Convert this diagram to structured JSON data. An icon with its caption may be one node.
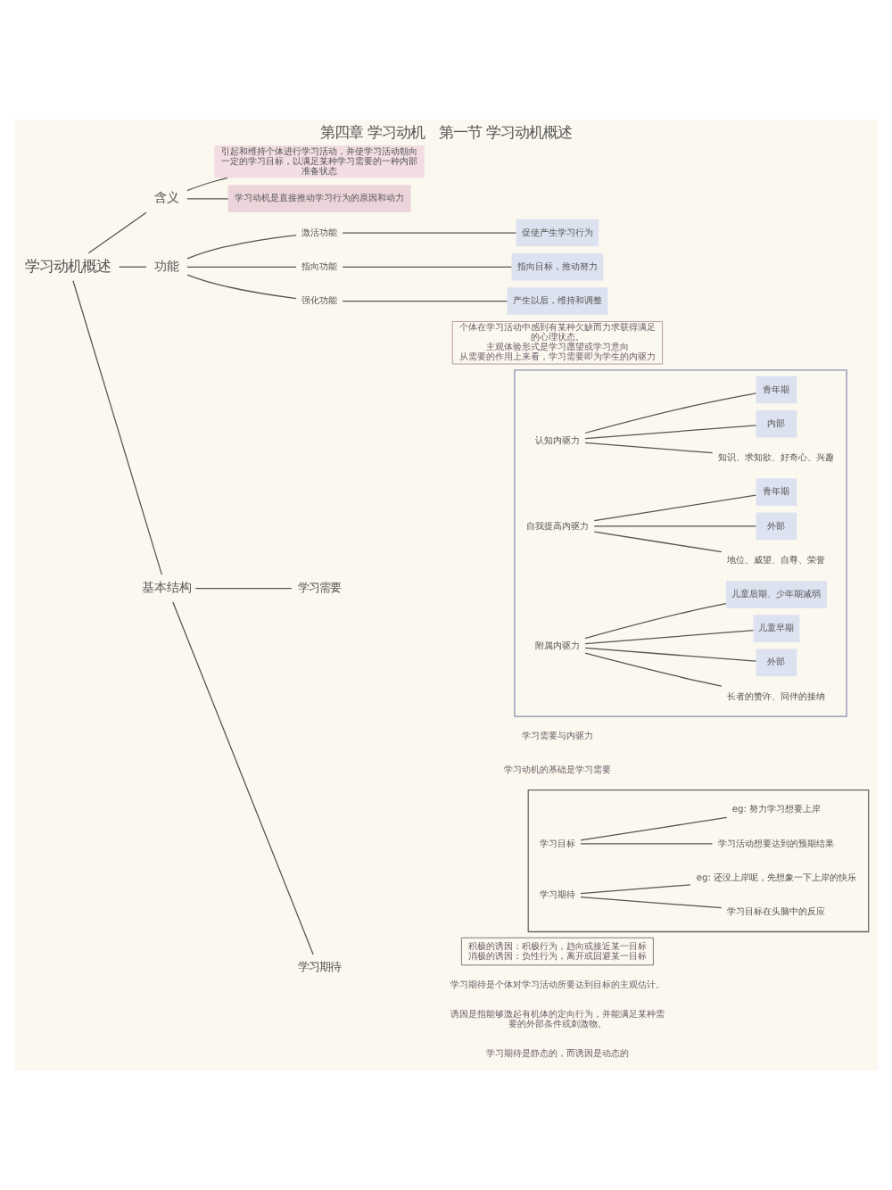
{
  "diagram": {
    "title": "第四章 学习动机　第一节 学习动机概述",
    "nodes": [
      {
        "text": [
          "学习动机概述"
        ]
      },
      {
        "text": [
          "含义"
        ]
      },
      {
        "text": [
          "引起和维持个体进行学习活动，并使学习活动朝向一定的学习目标，以满足某种学习需要的一种内部准备状态"
        ]
      },
      {
        "text": [
          "学习动机是直接推动学习行为的原因和动力"
        ]
      },
      {
        "text": [
          "功能"
        ]
      },
      {
        "text": [
          "激活功能"
        ]
      },
      {
        "text": [
          "促使产生学习行为"
        ]
      },
      {
        "text": [
          "指向功能"
        ]
      },
      {
        "text": [
          "指向目标，推动努力"
        ]
      },
      {
        "text": [
          "强化功能"
        ]
      },
      {
        "text": [
          "产生以后，维持和调整"
        ]
      },
      {
        "text": [
          "基本结构"
        ]
      },
      {
        "text": [
          "学习需要"
        ]
      },
      {
        "text": [
          "个体在学习活动中感到有某种欠缺而力求获得满足的心理状态。",
          "主观体验形式是学习愿望或学习意向",
          "从需要的作用上来看，学习需要即为学生的内驱力"
        ]
      },
      {
        "text": [],
        "shape": "box"
      },
      {
        "text": [
          "认知内驱力"
        ],
        "in": 14
      },
      {
        "text": [
          "知识、求知欲、好奇心、兴趣"
        ],
        "in": 14
      },
      {
        "text": [
          "内部"
        ],
        "in": 14
      },
      {
        "text": [
          "青年期"
        ],
        "in": 14
      },
      {
        "text": [
          "自我提高内驱力"
        ],
        "in": 14
      },
      {
        "text": [
          "地位、威望、自尊、荣誉"
        ],
        "in": 14
      },
      {
        "text": [
          "外部"
        ],
        "in": 14
      },
      {
        "text": [
          "青年期"
        ],
        "in": 14
      },
      {
        "text": [
          "附属内驱力"
        ],
        "in": 14
      },
      {
        "text": [
          "长者的赞许、同伴的接纳"
        ],
        "in": 14
      },
      {
        "text": [
          "外部"
        ],
        "in": 14
      },
      {
        "text": [
          "儿童早期"
        ],
        "in": 14
      },
      {
        "text": [
          "儿童后期、少年期减弱"
        ],
        "in": 14
      },
      {
        "text": [
          "学习期待"
        ]
      },
      {
        "text": [],
        "shape": "box"
      },
      {
        "text": [
          "学习目标"
        ],
        "in": 29
      },
      {
        "text": [
          "学习活动想要达到的预期结果"
        ],
        "in": 29
      },
      {
        "text": [
          "eg: 努力学习想要上岸"
        ],
        "in": 29
      },
      {
        "text": [
          "学习期待"
        ],
        "in": 29
      },
      {
        "text": [
          "学习目标在头脑中的反应"
        ],
        "in": 29
      },
      {
        "text": [
          "eg: 还没上岸呢，先想象一下上岸的快乐"
        ],
        "in": 29
      },
      {
        "text": [
          "积极的诱因：积极行为，趋向或接近某一目标",
          "消极的诱因：负性行为，离开或回避某一目标"
        ]
      }
    ],
    "edges": [
      {
        "from": 0,
        "to": 1,
        "arrow": "none"
      },
      {
        "from": 0,
        "to": 4,
        "arrow": "none"
      },
      {
        "from": 0,
        "to": 11,
        "arrow": "none"
      },
      {
        "from": 1,
        "to": 2,
        "arrow": "none"
      },
      {
        "from": 1,
        "to": 3,
        "arrow": "none"
      },
      {
        "from": 4,
        "to": 5,
        "arrow": "none"
      },
      {
        "from": 4,
        "to": 7,
        "arrow": "none"
      },
      {
        "from": 4,
        "to": 9,
        "arrow": "none"
      },
      {
        "from": 5,
        "to": 6,
        "arrow": "none"
      },
      {
        "from": 7,
        "to": 8,
        "arrow": "none"
      },
      {
        "from": 9,
        "to": 10,
        "arrow": "none"
      },
      {
        "from": 11,
        "to": 12,
        "arrow": "none"
      },
      {
        "from": 11,
        "to": 28,
        "arrow": "none"
      },
      {
        "from": 15,
        "to": 16,
        "arrow": "none"
      },
      {
        "from": 15,
        "to": 17,
        "arrow": "none"
      },
      {
        "from": 15,
        "to": 18,
        "arrow": "none"
      },
      {
        "from": 19,
        "to": 20,
        "arrow": "none"
      },
      {
        "from": 19,
        "to": 21,
        "arrow": "none"
      },
      {
        "from": 19,
        "to": 22,
        "arrow": "none"
      },
      {
        "from": 23,
        "to": 24,
        "arrow": "none"
      },
      {
        "from": 23,
        "to": 25,
        "arrow": "none"
      },
      {
        "from": 23,
        "to": 26,
        "arrow": "none"
      },
      {
        "from": 23,
        "to": 27,
        "arrow": "none"
      },
      {
        "from": 30,
        "to": 31,
        "arrow": "none"
      },
      {
        "from": 30,
        "to": 32,
        "arrow": "none"
      },
      {
        "from": 33,
        "to": 34,
        "arrow": "none"
      },
      {
        "from": 33,
        "to": 35,
        "arrow": "none"
      }
    ],
    "labels": [
      "学习需要与内驱力",
      "学习动机的基础是学习需要",
      "学习期待是个体对学习活动所要达到目标的主观估计。",
      "诱因是指能够激起有机体的定向行为，并能满足某种需要的外部条件或刺激物。",
      "学习期待是静态的，而诱因是动态的"
    ]
  }
}
